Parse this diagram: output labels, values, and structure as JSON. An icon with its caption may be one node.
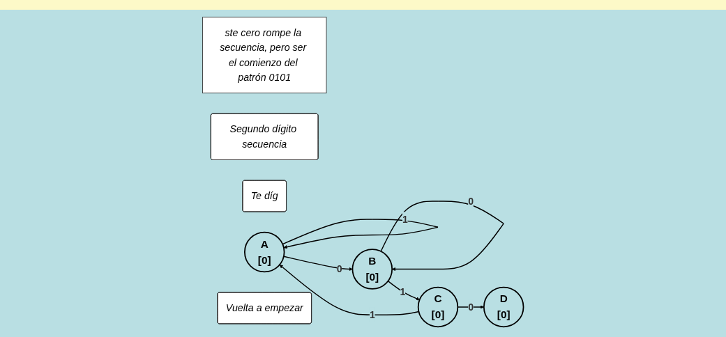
{
  "diagram": {
    "nodes": [
      {
        "text": [
          "ste cero rompe la secuencia, pero ser el comienzo del patrón 0101"
        ]
      },
      {
        "text": [
          "Segundo dígito secuencia"
        ]
      },
      {
        "text": [
          "Te díg"
        ]
      },
      {
        "text": [
          "A",
          "[0]"
        ]
      },
      {
        "text": [
          "B",
          "[0]"
        ]
      },
      {
        "text": [
          "C",
          "[0]"
        ]
      },
      {
        "text": [
          "D",
          "[0]"
        ]
      },
      {
        "text": [
          "Vuelta a empezar"
        ]
      }
    ],
    "edges": [
      {
        "from": 3,
        "to": 3,
        "arrow": "to",
        "label": "1"
      },
      {
        "from": 3,
        "to": 4,
        "arrow": "to",
        "label": "0"
      },
      {
        "from": 4,
        "to": 4,
        "arrow": "to",
        "label": "0"
      },
      {
        "from": 4,
        "to": 5,
        "arrow": "to",
        "label": "1"
      },
      {
        "from": 5,
        "to": 6,
        "arrow": "to",
        "label": "0"
      },
      {
        "from": 5,
        "to": 3,
        "arrow": "to",
        "label": "1"
      }
    ]
  }
}
